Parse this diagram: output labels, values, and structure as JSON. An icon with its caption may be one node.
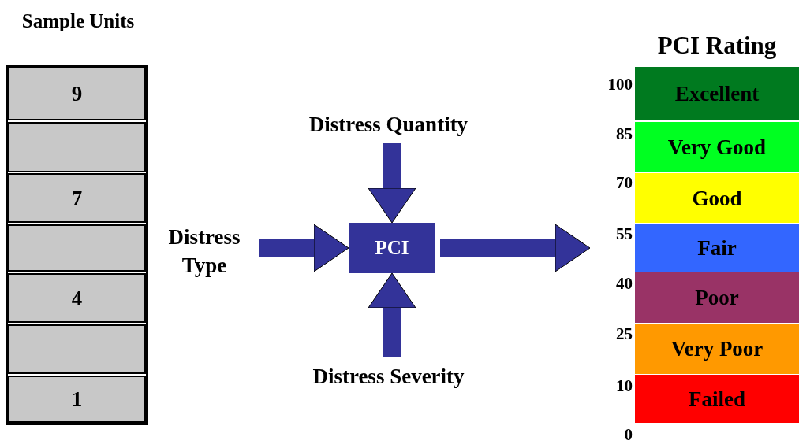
{
  "diagram": {
    "nodes": [
      {
        "text": [
          "Sample Units"
        ]
      },
      {
        "text": [
          "9"
        ],
        "in": 0
      },
      {
        "text": [],
        "shape": "box",
        "in": 0
      },
      {
        "text": [
          "7"
        ],
        "in": 0
      },
      {
        "text": [],
        "shape": "box",
        "in": 0
      },
      {
        "text": [
          "4"
        ],
        "in": 0
      },
      {
        "text": [],
        "shape": "box",
        "in": 0
      },
      {
        "text": [
          "1"
        ],
        "in": 0
      },
      {
        "text": [
          "Distress Quantity"
        ]
      },
      {
        "text": [
          "Distress Type"
        ]
      },
      {
        "text": [
          "PCI"
        ]
      },
      {
        "text": [
          "Distress Severity"
        ]
      },
      {
        "text": [
          "PCI Rating"
        ]
      },
      {
        "text": [
          "Excellent"
        ],
        "in": 12
      },
      {
        "text": [
          "Very Good"
        ],
        "in": 12
      },
      {
        "text": [
          "Good"
        ],
        "in": 12
      },
      {
        "text": [
          "Fair"
        ],
        "in": 12
      },
      {
        "text": [
          "Poor"
        ],
        "in": 12
      },
      {
        "text": [
          "Very Poor"
        ],
        "in": 12
      },
      {
        "text": [
          "Failed"
        ],
        "in": 12
      }
    ],
    "edges": [
      {
        "from": 8,
        "to": 10,
        "arrow": "to"
      },
      {
        "from": 9,
        "to": 10,
        "arrow": "to"
      },
      {
        "from": 11,
        "to": 10,
        "arrow": "to"
      },
      {
        "from": 10,
        "to": 12,
        "arrow": "to"
      }
    ],
    "labels": [
      "100",
      "85",
      "70",
      "55",
      "40",
      "25",
      "10",
      "0"
    ]
  }
}
